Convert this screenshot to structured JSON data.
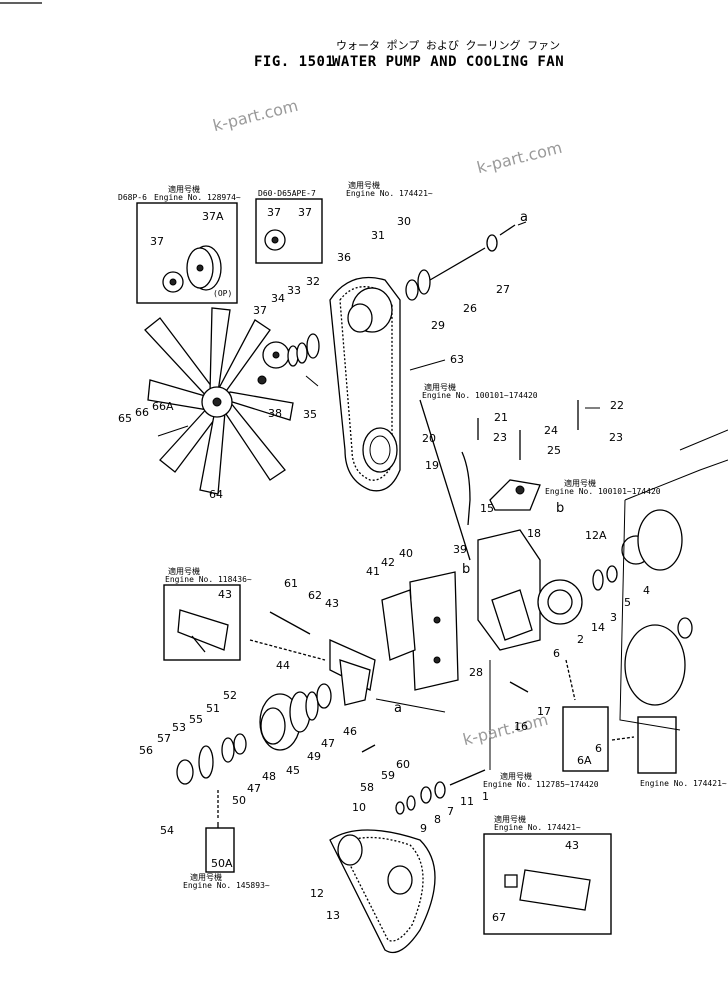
{
  "header": {
    "jp_title": "ウォータ ポンプ および クーリング ファン",
    "fig_number": "FIG. 1501",
    "title": "WATER PUMP AND COOLING FAN"
  },
  "watermarks": [
    "k-part.com",
    "k-part.com",
    "k-part.com"
  ],
  "notes": {
    "box1_jp": "適用号機",
    "box1_model": "D68P-6",
    "box1_engine": "Engine No. 128974~",
    "box2_model": "D60·D65APE-7",
    "box2_jp": "適用号機",
    "box2_engine": "Engine No. 174421~",
    "op": "(OP)",
    "n63_jp": "適用号機",
    "n63_engine": "Engine No. 100101~174420",
    "n18_jp": "適用号機",
    "n18_engine": "Engine No. 100101~174420",
    "n43a_jp": "適用号機",
    "n43a_engine": "Engine No. 118436~",
    "n1_jp": "適用号機",
    "n1_engine": "Engine No. 112785~174420",
    "n6_engine": "Engine No. 174421~",
    "n43b_jp": "適用号機",
    "n43b_engine": "Engine No. 174421~",
    "n50a_jp": "適用号機",
    "n50a_engine": "Engine No. 145893~"
  },
  "callouts": {
    "c1": "1",
    "c2": "2",
    "c3": "3",
    "c4": "4",
    "c5": "5",
    "c6": "6",
    "c6A": "6A",
    "c6b": "6",
    "c7": "7",
    "c8": "8",
    "c9": "9",
    "c10": "10",
    "c11": "11",
    "c12": "12",
    "c12A": "12A",
    "c13": "13",
    "c14": "14",
    "c15": "15",
    "c16": "16",
    "c17": "17",
    "c18": "18",
    "c19": "19",
    "c20": "20",
    "c21": "21",
    "c22": "22",
    "c23a": "23",
    "c23b": "23",
    "c24": "24",
    "c25": "25",
    "c26": "26",
    "c27": "27",
    "c28": "28",
    "c29": "29",
    "c30": "30",
    "c31": "31",
    "c32": "32",
    "c33": "33",
    "c34": "34",
    "c35": "35",
    "c36": "36",
    "c37a": "37",
    "c37b": "37",
    "c37c": "37",
    "c37d": "37",
    "c37A": "37A",
    "c38": "38",
    "c39": "39",
    "c40": "40",
    "c41": "41",
    "c42": "42",
    "c43a": "43",
    "c43b": "43",
    "c43c": "43",
    "c44": "44",
    "c45": "45",
    "c46": "46",
    "c47a": "47",
    "c47b": "47",
    "c48": "48",
    "c49": "49",
    "c50": "50",
    "c50A": "50A",
    "c51": "51",
    "c52": "52",
    "c53": "53",
    "c54": "54",
    "c55": "55",
    "c56": "56",
    "c57": "57",
    "c58": "58",
    "c59": "59",
    "c60": "60",
    "c61": "61",
    "c62": "62",
    "c63": "63",
    "c64": "64",
    "c65": "65",
    "c66": "66",
    "c66A": "66A",
    "c67": "67",
    "ca1": "a",
    "ca2": "a",
    "cb1": "b",
    "cb2": "b"
  }
}
